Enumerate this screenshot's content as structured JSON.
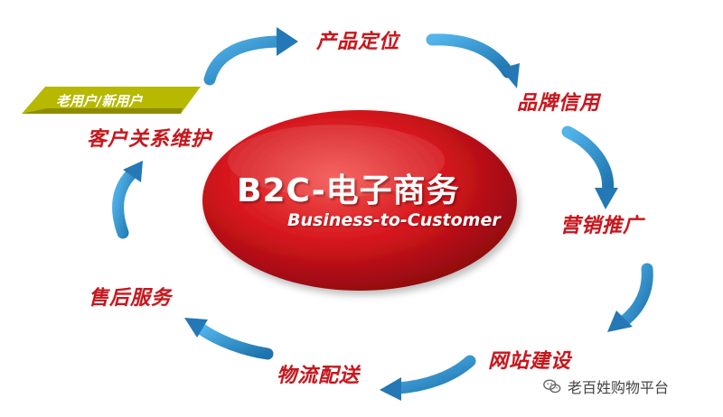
{
  "diagram": {
    "center": {
      "title": "B2C-电子商务",
      "subtitle": "Business-to-Customer"
    },
    "tag": "老用户/新用户",
    "nodes": {
      "product_positioning": "产品定位",
      "brand_credit": "品牌信用",
      "marketing_promotion": "营销推广",
      "website_building": "网站建设",
      "logistics_delivery": "物流配送",
      "after_sales_service": "售后服务",
      "customer_relations": "客户关系维护"
    },
    "colors": {
      "node_text": "#c8161d",
      "ellipse": "#d4151c",
      "arrow": "#2e8fc9",
      "tag_fill": "#b7b800"
    }
  },
  "watermark": {
    "icon": "wechat-icon",
    "text": "老百姓购物平台"
  }
}
